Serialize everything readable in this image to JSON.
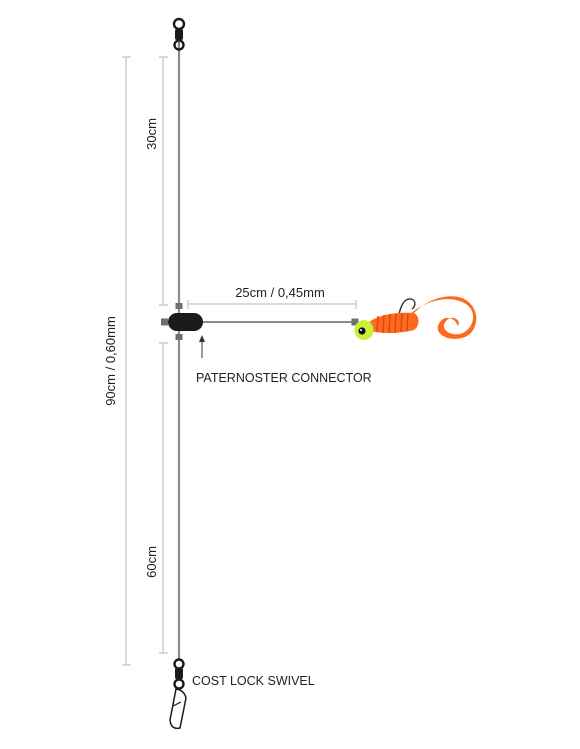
{
  "labels": {
    "main_line": "90cm / 0,60mm",
    "upper_section": "30cm",
    "lower_section": "60cm",
    "dropper": "25cm / 0,45mm",
    "connector": "PATERNOSTER CONNECTOR",
    "bottom_swivel": "COST LOCK SWIVEL"
  },
  "colors": {
    "line": "#8a8a8a",
    "dimension": "#b5b5b5",
    "hardware": "#1a1a1a",
    "stopper": "#6f6f6f",
    "lure_body": "#ff6a1f",
    "lure_shade": "#d94a0c",
    "jig_head": "#c8f03a"
  },
  "icons": {
    "top": "swivel-icon",
    "connector": "paternoster-connector-icon",
    "lure": "twister-lure-icon",
    "bottom": "cost-lock-swivel-icon"
  }
}
